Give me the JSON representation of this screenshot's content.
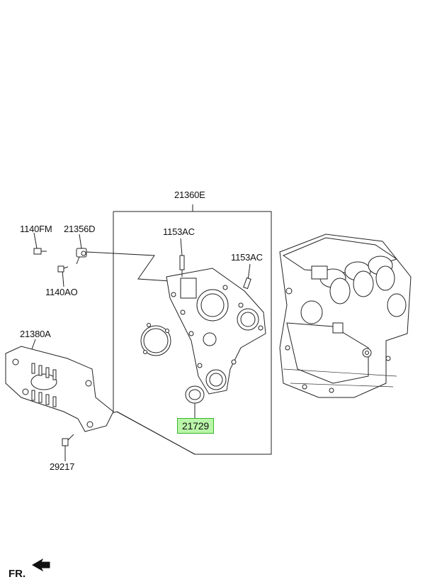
{
  "labels": {
    "cover": "21360E",
    "bolt_fm": "1140FM",
    "sensor": "21356D",
    "bolt_ac_left": "1153AC",
    "bolt_ac_right": "1153AC",
    "bolt_ao": "1140AO",
    "bracket": "21380A",
    "seal": "21729",
    "bolt_bracket": "29217"
  },
  "front_marker": "FR.",
  "highlight_color": "#b9f5a8"
}
